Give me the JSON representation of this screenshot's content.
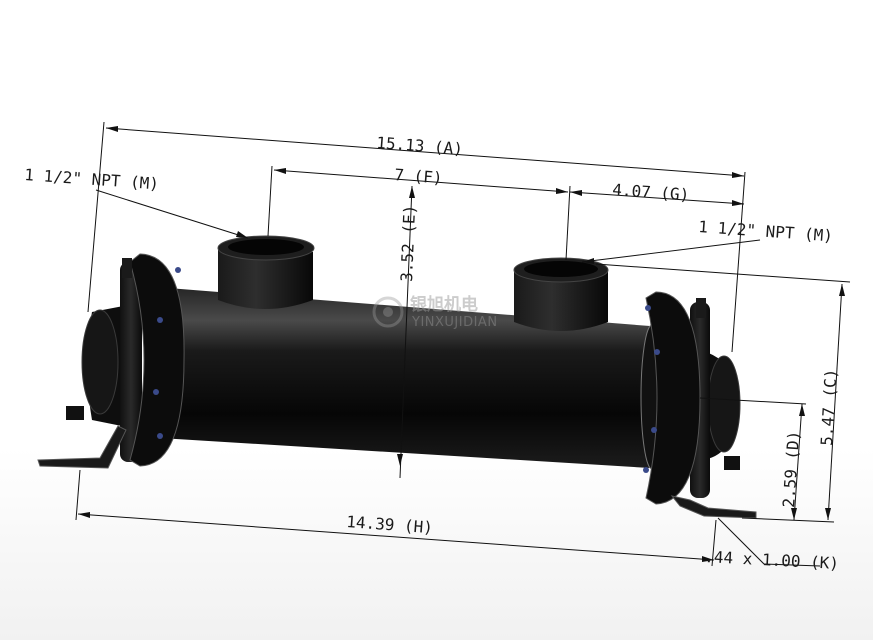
{
  "dimensions": {
    "A": "15.13 (A)",
    "F": "7 (F)",
    "G": "4.07 (G)",
    "E": "3.52 (E)",
    "C": "5.47 (C)",
    "D": "2.59 (D)",
    "H": "14.39 (H)",
    "K": ".44 x 1.00 (K)"
  },
  "ports": {
    "left": "1 1/2\" NPT (M)",
    "right": "1 1/2\" NPT (M)"
  },
  "watermark": {
    "cn": "银旭机电",
    "en": "YINXUJIDIAN"
  },
  "colors": {
    "body": "#0b0b0b",
    "highlight": "#5a5a5a",
    "dim": "#111111",
    "bolt_accent": "#3a4a8a"
  }
}
